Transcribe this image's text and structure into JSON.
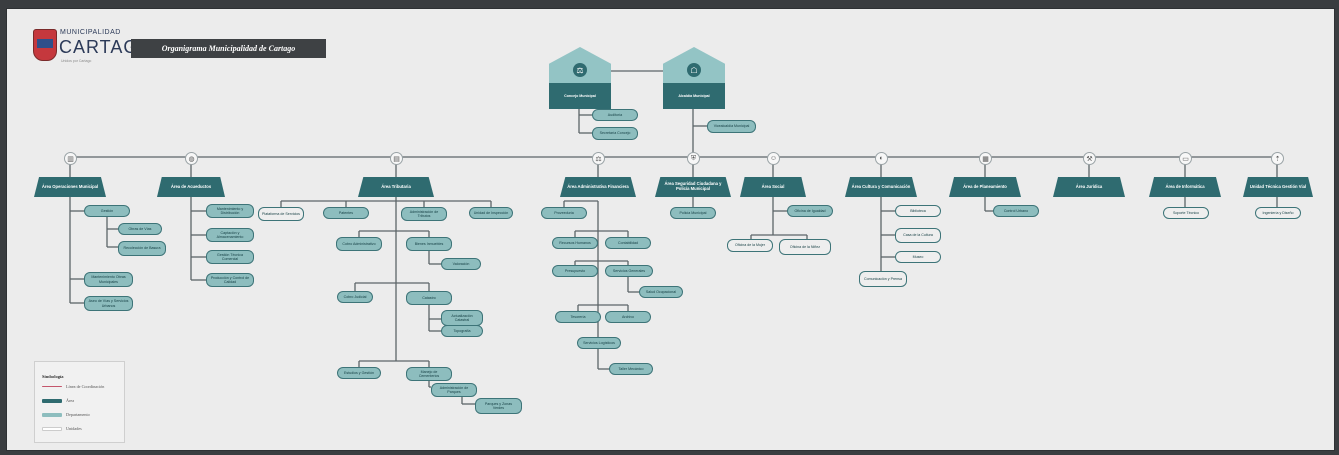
{
  "header": {
    "logo_line1": "MUNICIPALIDAD",
    "logo_line2": "CARTAGO",
    "logo_line3": "Unidos por Cartago",
    "title": "Organigrama Municipalidad de Cartago"
  },
  "top": {
    "concejo": "Concejo Municipal",
    "alcaldia": "Alcaldía Municipal",
    "concejo_subs": [
      "Auditoría",
      "Secretaría Concejo"
    ],
    "alcaldia_subs": [
      "Vicealcaldía Municipal"
    ]
  },
  "areas": [
    {
      "label": "Área Operaciones Municipal",
      "icon": "building-icon"
    },
    {
      "label": "Área de Acueductos",
      "icon": "water-drop-icon"
    },
    {
      "label": "Área Tributaria",
      "icon": "document-icon"
    },
    {
      "label": "Área Administrativa Financiera",
      "icon": "scales-icon"
    },
    {
      "label": "Área Seguridad Ciudadana y Policía Municipal",
      "icon": "shield-icon"
    },
    {
      "label": "Área Social",
      "icon": "people-icon"
    },
    {
      "label": "Área Cultura y Comunicación",
      "icon": "mask-icon"
    },
    {
      "label": "Área de Planeamiento",
      "icon": "map-icon"
    },
    {
      "label": "Área Jurídica",
      "icon": "gavel-icon"
    },
    {
      "label": "Área de Informática",
      "icon": "monitor-icon"
    },
    {
      "label": "Unidad Técnica Gestión Vial",
      "icon": "road-icon"
    }
  ],
  "units": {
    "ops": [
      "Gestión",
      "Obras de Vías",
      "Recolección de Basura",
      "Mantenimiento Obras Municipales",
      "Aseo de Vías y Servicios Urbanos"
    ],
    "acu": [
      "Mantenimiento y Distribución",
      "Captación y Almacenamiento",
      "Gestión Técnica Comercial",
      "Producción y Control de Calidad"
    ],
    "trib": [
      "Plataforma de Servicios",
      "Patentes",
      "Administración de Tributos",
      "Unidad de Inspección",
      "Cobro Administrativo",
      "Bienes Inmuebles",
      "Valoración",
      "Cobro Judicial",
      "Catastro",
      "Actualización Catastral",
      "Topografía",
      "Estudios y Gestión",
      "Manejo de Cementerios",
      "Administración de Parques",
      "Parques y Zonas Verdes"
    ],
    "admf": [
      "Proveeduría",
      "Recursos Humanos",
      "Contabilidad",
      "Presupuesto",
      "Servicios Generales",
      "Salud Ocupacional",
      "Tesorería",
      "Archivo",
      "Servicios Logísticos",
      "Taller Mecánico"
    ],
    "seg": [
      "Policía Municipal"
    ],
    "soc": [
      "Oficina de Igualdad",
      "Oficina de la Mujer",
      "Oficina de la Niñez"
    ],
    "cult": [
      "Biblioteca",
      "Casa de la Cultura",
      "Museo",
      "Comunicación y Prensa"
    ],
    "plan": [
      "Control Urbano"
    ],
    "info": [
      "Soporte Técnico"
    ],
    "vial": [
      "Ingeniería y Diseño"
    ]
  },
  "legend": {
    "title": "Simbología",
    "items": [
      {
        "label": "Línea de Coordinación",
        "color": "#c4566c"
      },
      {
        "label": "Área",
        "color": "#2f6b70"
      },
      {
        "label": "Departamento",
        "color": "#8dbdbe"
      },
      {
        "label": "Unidades",
        "color": "#ffffff"
      }
    ]
  }
}
